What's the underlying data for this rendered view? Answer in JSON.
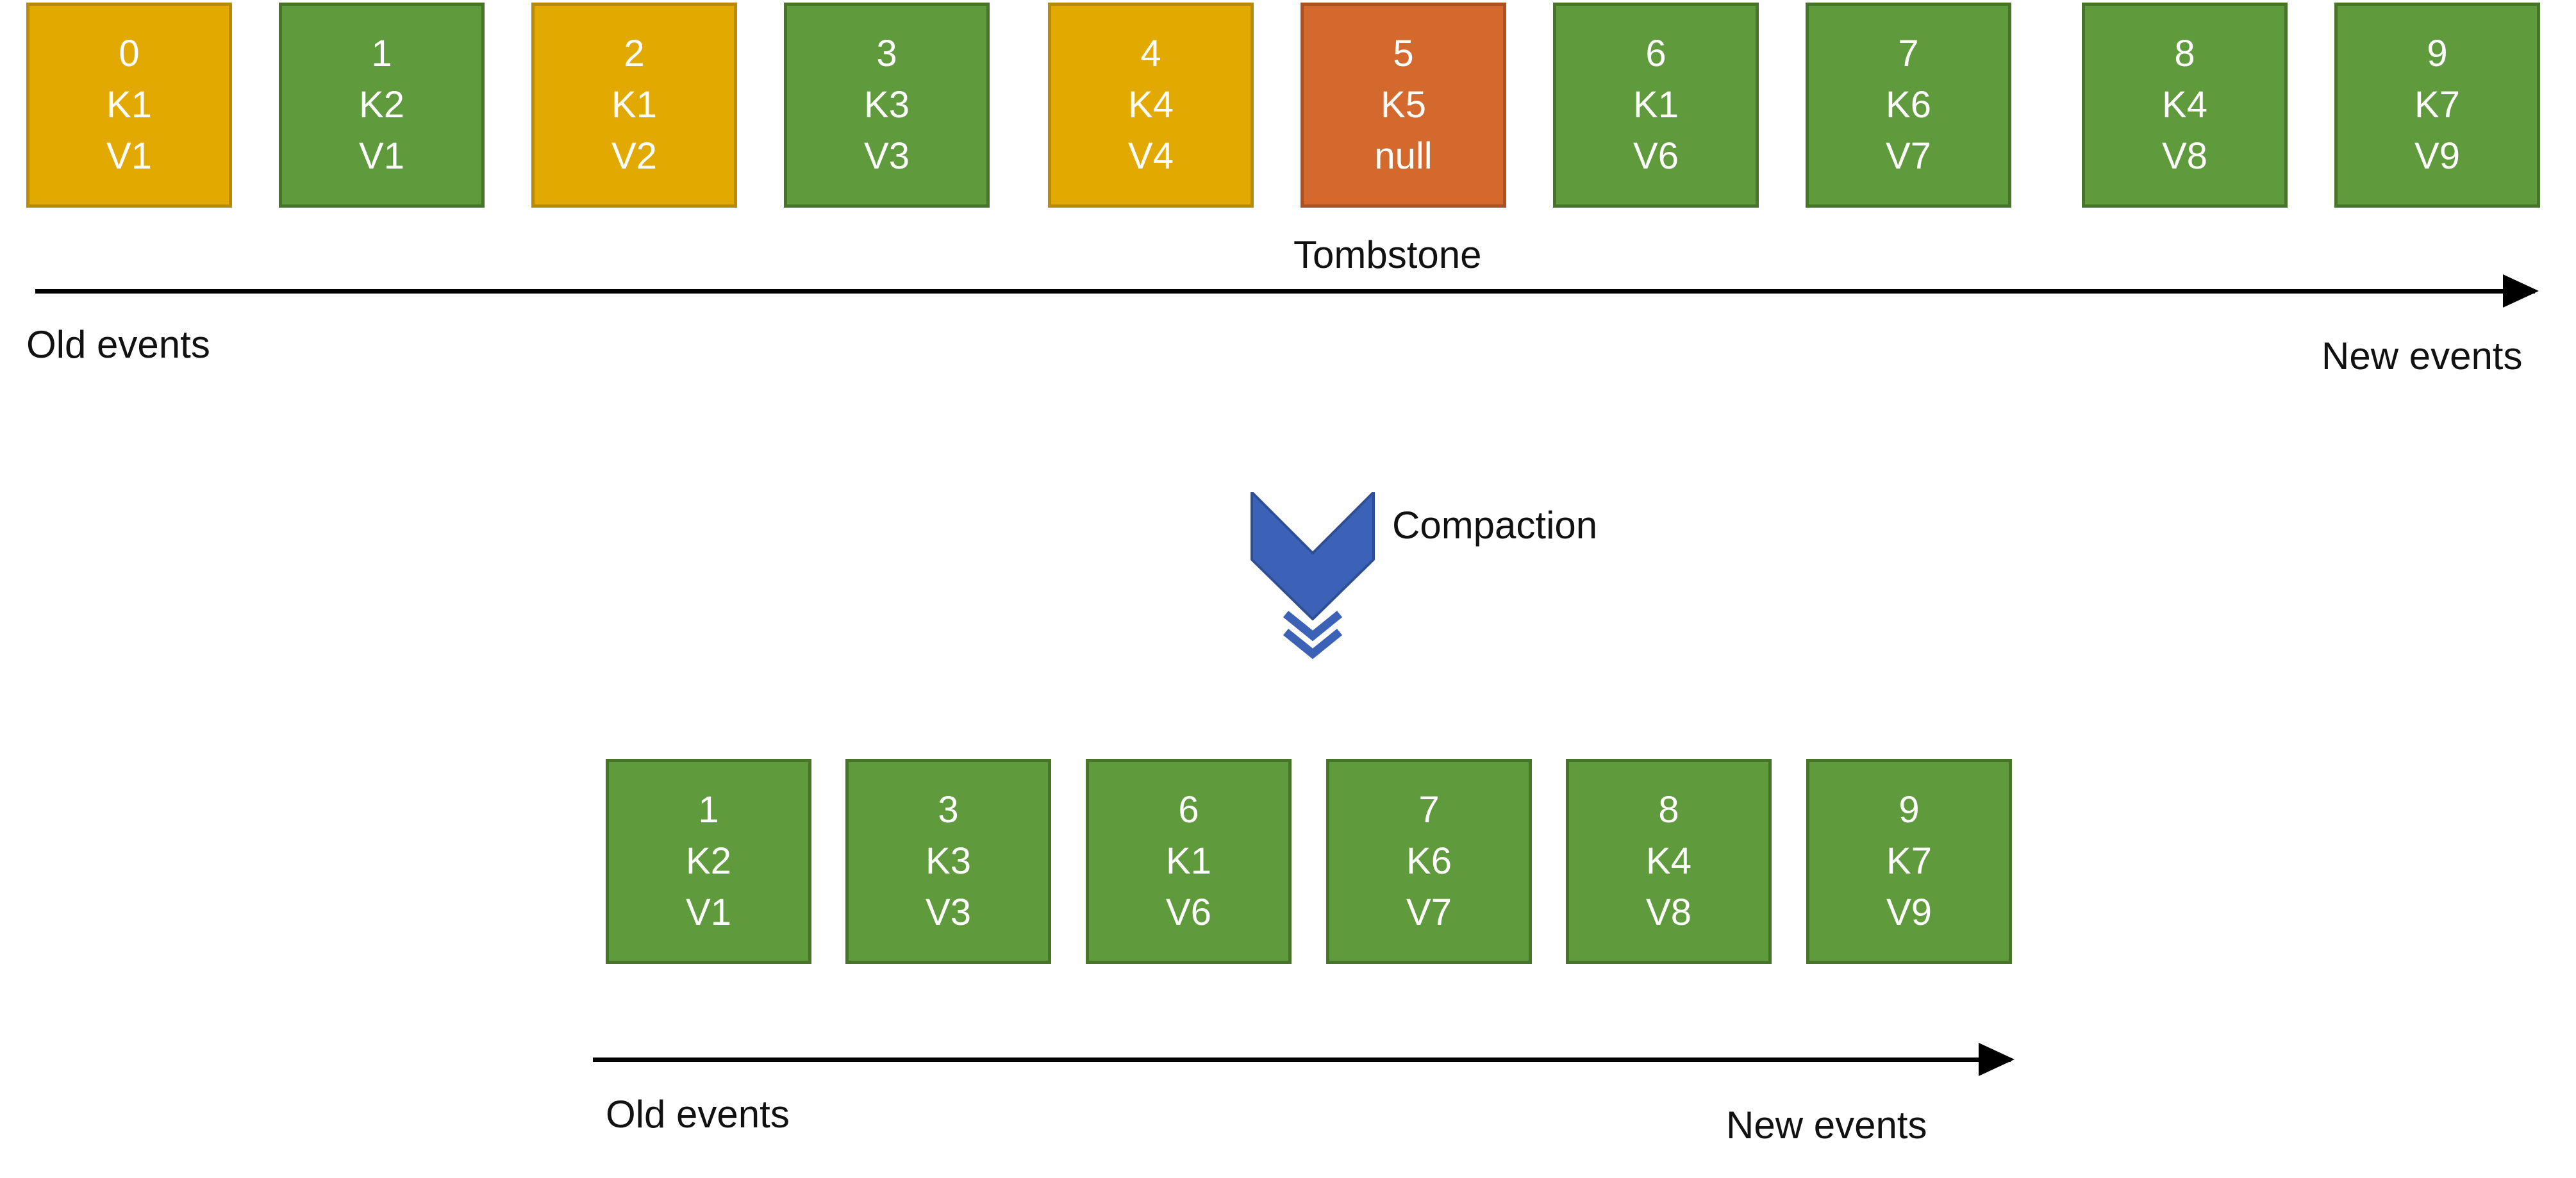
{
  "colors": {
    "kept": "#5f9a3c",
    "superseded": "#e2aa00",
    "tombstone": "#d4692d",
    "arrow": "#000000",
    "compaction_icon": "#3b62b6"
  },
  "top_log": {
    "events": [
      {
        "offset": "0",
        "key": "K1",
        "value": "V1",
        "status": "superseded"
      },
      {
        "offset": "1",
        "key": "K2",
        "value": "V1",
        "status": "kept"
      },
      {
        "offset": "2",
        "key": "K1",
        "value": "V2",
        "status": "superseded"
      },
      {
        "offset": "3",
        "key": "K3",
        "value": "V3",
        "status": "kept"
      },
      {
        "offset": "4",
        "key": "K4",
        "value": "V4",
        "status": "superseded"
      },
      {
        "offset": "5",
        "key": "K5",
        "value": "null",
        "status": "tombstone"
      },
      {
        "offset": "6",
        "key": "K1",
        "value": "V6",
        "status": "kept"
      },
      {
        "offset": "7",
        "key": "K6",
        "value": "V7",
        "status": "kept"
      },
      {
        "offset": "8",
        "key": "K4",
        "value": "V8",
        "status": "kept"
      },
      {
        "offset": "9",
        "key": "K7",
        "value": "V9",
        "status": "kept"
      }
    ],
    "tombstone_label": "Tombstone",
    "old_label": "Old events",
    "new_label": "New events"
  },
  "compaction": {
    "label": "Compaction",
    "icon": "chevron-down-icon"
  },
  "bottom_log": {
    "events": [
      {
        "offset": "1",
        "key": "K2",
        "value": "V1",
        "status": "kept"
      },
      {
        "offset": "3",
        "key": "K3",
        "value": "V3",
        "status": "kept"
      },
      {
        "offset": "6",
        "key": "K1",
        "value": "V6",
        "status": "kept"
      },
      {
        "offset": "7",
        "key": "K6",
        "value": "V7",
        "status": "kept"
      },
      {
        "offset": "8",
        "key": "K4",
        "value": "V8",
        "status": "kept"
      },
      {
        "offset": "9",
        "key": "K7",
        "value": "V9",
        "status": "kept"
      }
    ],
    "old_label": "Old events",
    "new_label": "New events"
  }
}
